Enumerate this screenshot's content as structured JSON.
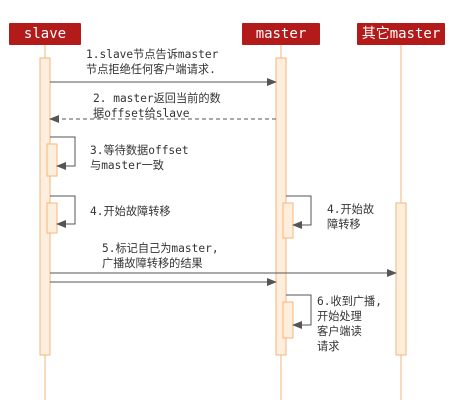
{
  "colors": {
    "header_bg": "#b31b1b",
    "activation_fill": "#fdeedd",
    "activation_stroke": "#f6b679",
    "arrow": "#555555",
    "text": "#333333"
  },
  "participants": {
    "slave": "slave",
    "master": "master",
    "others": "其它master"
  },
  "messages": {
    "m1": [
      "1.slave节点告诉master",
      "节点拒绝任何客户端请求."
    ],
    "m2": [
      "2. master返回当前的数",
      "据offset给slave"
    ],
    "m3": [
      "3.等待数据offset",
      "与master一致"
    ],
    "m4_slave": [
      "4.开始故障转移"
    ],
    "m4_master": [
      "4.开始故",
      "障转移"
    ],
    "m5": [
      "5.标记自己为master,",
      "广播故障转移的结果"
    ],
    "m6": [
      "6.收到广播,",
      "开始处理",
      "客户端读",
      "请求"
    ]
  }
}
